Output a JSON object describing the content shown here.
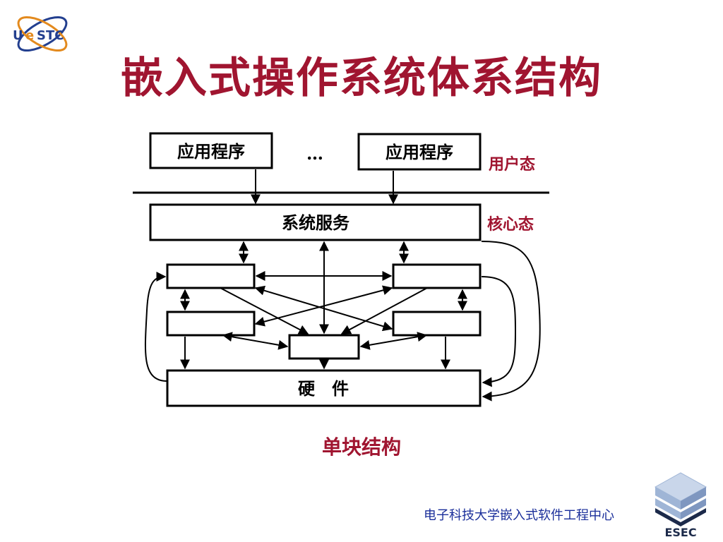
{
  "slide": {
    "title": "嵌入式操作系统体系结构",
    "caption": "单块结构",
    "footer": "电子科技大学嵌入式软件工程中心"
  },
  "logos": {
    "uestc": {
      "text_u": "U",
      "text_e": "e",
      "text_stc": "STC",
      "colors": {
        "blue": "#233f8f",
        "orange": "#e38a1e"
      }
    },
    "esec": {
      "text": "ESEC",
      "colors": {
        "light": "#9fb5d6",
        "dark": "#1c2a4a"
      }
    }
  },
  "diagram": {
    "app_left": "应用程序",
    "app_right": "应用程序",
    "ellipsis": "…",
    "system_service": "系统服务",
    "hardware": "硬　件",
    "user_mode": "用户态",
    "kernel_mode": "核心态",
    "colors": {
      "line": "#000000",
      "state_label": "#a01530"
    }
  }
}
